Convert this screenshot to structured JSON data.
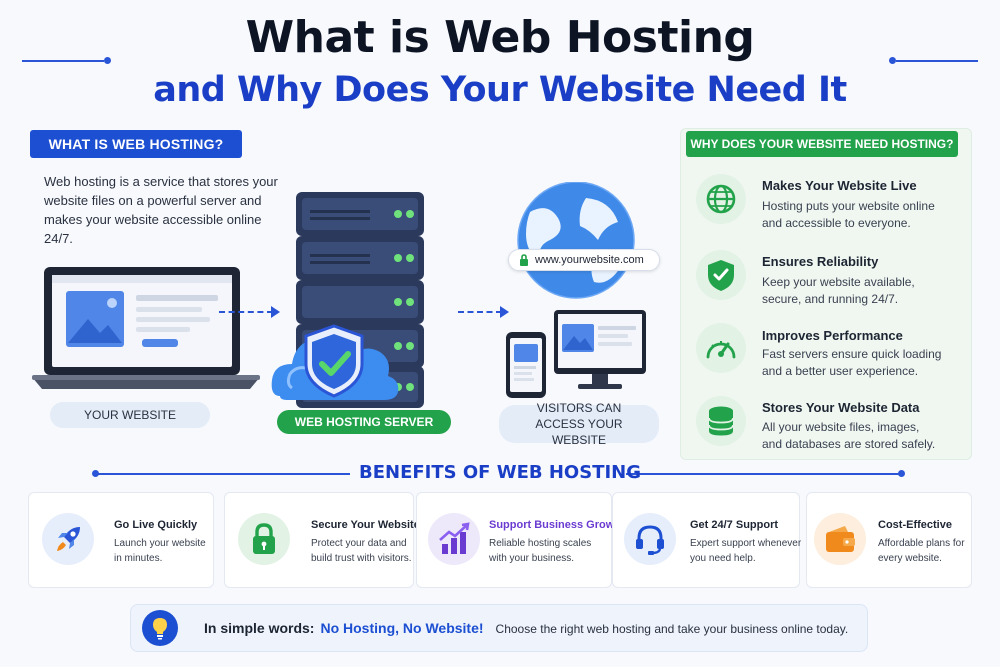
{
  "title": {
    "line1": "What is Web Hosting",
    "line2": "and Why Does Your Website Need It"
  },
  "intro": {
    "heading": "WHAT IS WEB HOSTING?",
    "text": "Web hosting is a service that stores your website files on a powerful server and makes your website accessible online 24/7."
  },
  "flow": {
    "website_label": "YOUR WEBSITE",
    "server_label": "WEB HOSTING SERVER",
    "visitors_label": "VISITORS CAN ACCESS YOUR WEBSITE",
    "url": "www.yourwebsite.com"
  },
  "why": {
    "heading": "WHY DOES YOUR WEBSITE NEED HOSTING?",
    "items": [
      {
        "icon": "globe-icon",
        "title": "Makes Your Website Live",
        "desc": "Hosting puts your website online and accessible to everyone."
      },
      {
        "icon": "shield-check-icon",
        "title": "Ensures Reliability",
        "desc": "Keep your website available, secure, and running 24/7."
      },
      {
        "icon": "speedometer-icon",
        "title": "Improves Performance",
        "desc": "Fast servers ensure quick loading and a better user experience."
      },
      {
        "icon": "database-icon",
        "title": "Stores Your Website Data",
        "desc": "All your website files, images, and databases are stored safely."
      }
    ]
  },
  "benefits": {
    "heading": "BENEFITS OF WEB HOSTING",
    "items": [
      {
        "icon": "rocket-icon",
        "title": "Go Live Quickly",
        "desc": "Launch your website in minutes."
      },
      {
        "icon": "lock-icon",
        "title": "Secure Your Website",
        "desc": "Protect your data and build trust with visitors."
      },
      {
        "icon": "growth-chart-icon",
        "title": "Support Business Growth",
        "desc": "Reliable hosting scales with your business."
      },
      {
        "icon": "headset-icon",
        "title": "Get 24/7 Support",
        "desc": "Expert support whenever you need help."
      },
      {
        "icon": "wallet-icon",
        "title": "Cost-Effective",
        "desc": "Affordable plans for every website."
      }
    ]
  },
  "footer": {
    "prefix": "In simple words:",
    "highlight": "No Hosting, No Website!",
    "text": "Choose the right web hosting and take your business online today."
  },
  "colors": {
    "blue": "#1c4fd1",
    "green": "#22a24a",
    "purple": "#6a3bd1",
    "orange": "#f08a1c"
  }
}
